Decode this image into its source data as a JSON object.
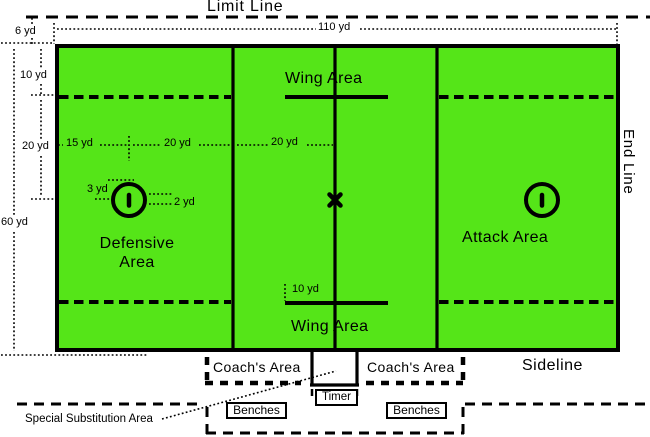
{
  "colors": {
    "field_green": "#55E518",
    "line_black": "#000000"
  },
  "boundary": {
    "limit_line": "Limit Line",
    "end_line": "End Line",
    "sideline": "Sideline"
  },
  "field": {
    "wing_top": "Wing Area",
    "wing_bottom": "Wing Area",
    "defensive": "Defensive\nArea",
    "attack": "Attack Area"
  },
  "measurements": {
    "m110": "110 yd",
    "m6": "6 yd",
    "m10_left": "10 yd",
    "m20_left": "20 yd",
    "m60": "60 yd",
    "m15": "15 yd",
    "m20_goal": "20 yd",
    "m20_wing": "20 yd",
    "m3": "3 yd",
    "m2": "2 yd",
    "m10_wingline": "10 yd"
  },
  "bench_area": {
    "coachs_left": "Coach's Area",
    "coachs_right": "Coach's Area",
    "timer": "Timer",
    "benches_left": "Benches",
    "benches_right": "Benches",
    "special_substitution": "Special Substitution Area"
  }
}
